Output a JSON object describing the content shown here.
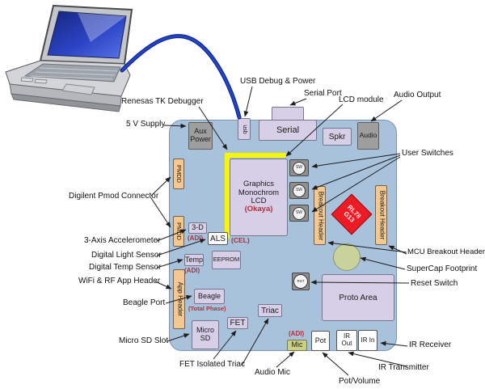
{
  "colors": {
    "board_blue": "#a9c2dc",
    "module_lavender": "#d7cfe7",
    "module_gray": "#9e9e9e",
    "header_orange": "#f4c88e",
    "mcu_red": "#ee1b24",
    "mic_khaki": "#ccd083",
    "debugger_yellow": "#f8f500",
    "annotation_red": "#b03136",
    "cable_blue": "#2244cc",
    "supercap_green": "#c9d29b"
  },
  "callouts": {
    "supply_5v": "5 V Supply",
    "renesas_tk_debugger": "Renesas TK Debugger",
    "usb_debug_power": "USB Debug & Power",
    "serial_port": "Serial Port",
    "lcd_module": "LCD module",
    "audio_output": "Audio Output",
    "user_switches": "User Switches",
    "digilent_pmod": "Digilent Pmod Connector",
    "accelerometer": "3-Axis Accelerometer",
    "digital_light_sensor": "Digital Light Sensor",
    "digital_temp_sensor": "Digital Temp Sensor",
    "wifi_rf_app_header": "WiFi & RF App Header",
    "beagle_port": "Beagle Port",
    "micro_sd_slot": "Micro SD Slot",
    "fet_isolated_triac": "FET Isolated Triac",
    "audio_mic": "Audio Mic",
    "pot_volume": "Pot/Volume",
    "ir_transmitter": "IR Transmitter",
    "ir_receiver": "IR Receiver",
    "reset_switch": "Reset Switch",
    "supercap_footprint": "SuperCap Footprint",
    "mcu_breakout_headers": "MCU Breakout Headers"
  },
  "board": {
    "aux_power": "Aux Power",
    "usb_port": "usb",
    "serial": "Serial",
    "spkr": "Spkr",
    "audio": "Audio",
    "pmdd": "PMDD",
    "lcd_line1": "Graphics",
    "lcd_line2": "Monochrom LCD",
    "lcd_brand": "(Okaya)",
    "sw": "SW",
    "breakout_header": "Breakout Header",
    "mcu_line1": "RL78",
    "mcu_line2": "G13",
    "accel": "3-D",
    "adi": "(ADI)",
    "als": "ALS",
    "cel": "(CEL)",
    "eeprom": "EEPROM",
    "temp": "Temp",
    "app_header": "App Header",
    "beagle": "Beagle",
    "beagle_brand": "(Total Phase)",
    "micro_sd": "Micro SD",
    "fet": "FET",
    "triac": "Triac",
    "rst": "RST",
    "proto_area": "Proto Area",
    "mic": "Mic",
    "pot": "Pot",
    "ir_out": "IR Out",
    "ir_in": "IR In"
  }
}
